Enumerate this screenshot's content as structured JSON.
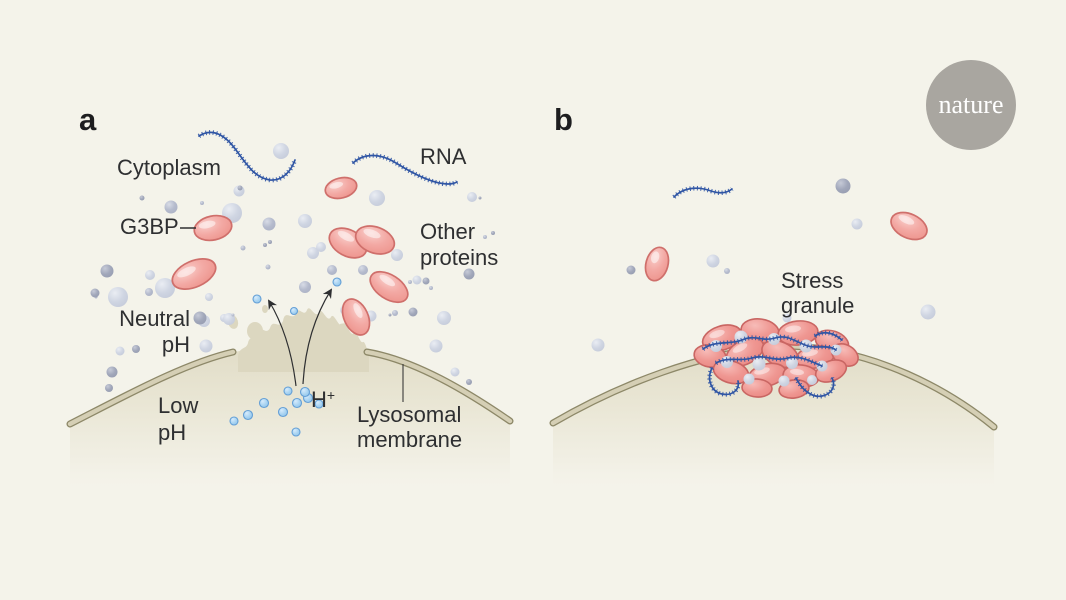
{
  "figure": {
    "panel_a": {
      "label": "a",
      "cytoplasm_label": "Cytoplasm",
      "rna_label": "RNA",
      "g3bp_label": "G3BP",
      "other_proteins_label": "Other\nproteins",
      "neutral_ph_label": "Neutral\npH",
      "low_ph_label": "Low\npH",
      "h_ion_base": "H",
      "h_ion_sup": "+",
      "lysosomal_membrane_label": "Lysosomal\nmembrane"
    },
    "panel_b": {
      "label": "b",
      "stress_granule_label": "Stress\ngranule"
    },
    "logo_text": "nature",
    "colors": {
      "background": "#f4f3ea",
      "text": "#2e2f31",
      "membrane_fill": "#d5cfb5",
      "membrane_edge": "#8d8868",
      "lysosome_interior": "#e0dbc5",
      "splash_beige": "#dcd7c0",
      "protein_pink": "#f0a09c",
      "protein_pink_stroke": "#cf6f6b",
      "protein_gray_light": "#cdd3e1",
      "protein_gray_dark": "#9fa5b8",
      "rna_blue": "#2f55a4",
      "proton_blue": "#a6d2f1",
      "proton_blue_stroke": "#649fd6",
      "logo_gray": "#a9a6a0",
      "logo_text_color": "#ffffff"
    }
  }
}
